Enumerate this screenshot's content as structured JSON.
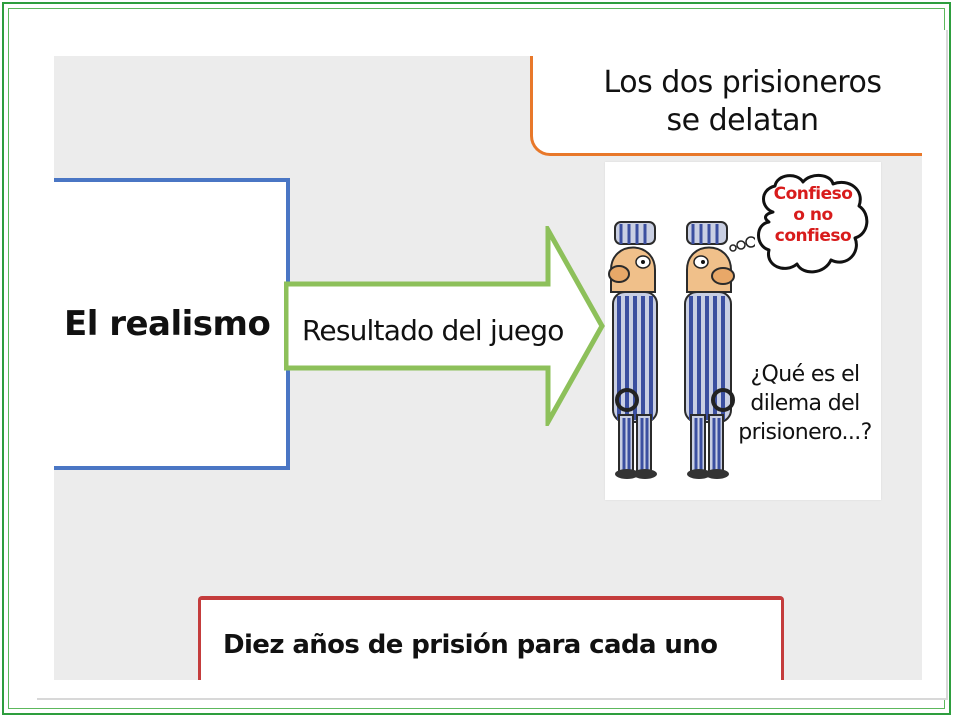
{
  "diagram": {
    "left_box": {
      "label": "El realismo"
    },
    "arrow": {
      "label": "Resultado del juego"
    },
    "top_box": {
      "line1": "Los dos prisioneros",
      "line2": "se delatan"
    },
    "image_panel": {
      "thought_bubble": {
        "line1": "Confieso",
        "line2": "o no",
        "line3": "confieso"
      },
      "caption": {
        "line1": "¿Qué es el",
        "line2": "dilema del",
        "line3": "prisionero...?"
      }
    },
    "bottom_box": {
      "label": "Diez años de prisión para cada uno"
    }
  },
  "colors": {
    "frame_green": "#2e9e3e",
    "left_box_border": "#4a76c4",
    "arrow_border": "#8dc05a",
    "top_box_border": "#e8782a",
    "bottom_box_border": "#c43c3c",
    "thought_text": "#d81c1c",
    "slide_background": "#ececec"
  },
  "icons": {
    "prisoners": "cartoon-prisoners-illustration",
    "thought": "thought-bubble-icon"
  }
}
